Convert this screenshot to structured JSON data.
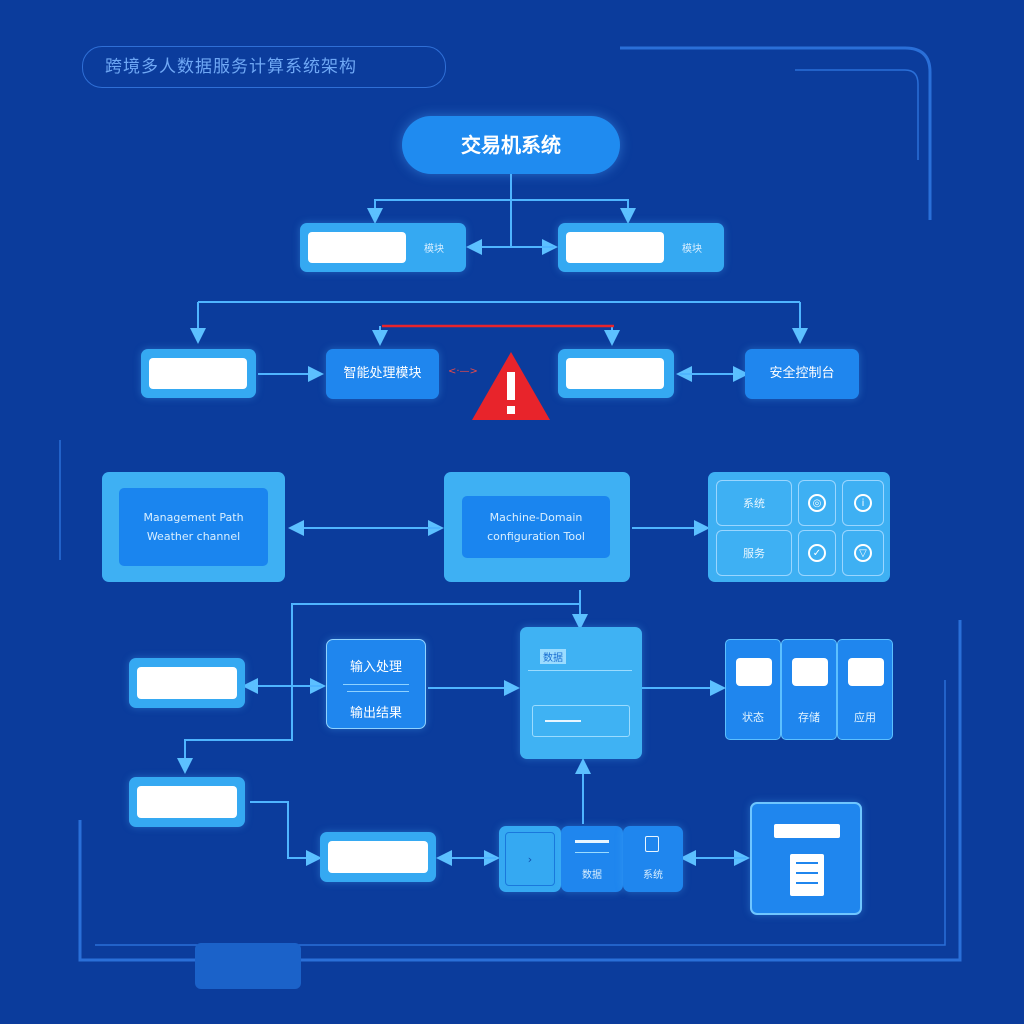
{
  "header": {
    "title": "跨境多人数据服务计算系统架构"
  },
  "diagram": {
    "root": "交易机系统",
    "level1_left_tag": "模块",
    "level1_right_tag": "模块",
    "row2_node_a": "智能处理模块",
    "row2_arrow_text": "<·—>",
    "row2_node_d": "安全控制台",
    "panel_left_line1": "Management Path",
    "panel_left_line2": "Weather channel",
    "panel_mid_line1": "Machine-Domain",
    "panel_mid_line2": "configuration Tool",
    "grid": {
      "a": "系统",
      "b": "服务",
      "c": "",
      "d": ""
    },
    "io_title": "输入处理",
    "io_sub": "输出结果",
    "center_tag": "数据",
    "cards": [
      "状态",
      "存储",
      "应用"
    ],
    "bottom_mid_b": "数据",
    "bottom_mid_c": "系统"
  },
  "colors": {
    "background": "#0b3c9c",
    "node": "#35a9f2",
    "node_dark": "#1f86ee",
    "wire": "#5cc0ff",
    "warning": "#e8242b"
  },
  "icons": {
    "warning": "warning-triangle-icon",
    "grid_icons": [
      "globe-icon",
      "info-icon",
      "check-icon",
      "chevron-down-icon"
    ]
  }
}
